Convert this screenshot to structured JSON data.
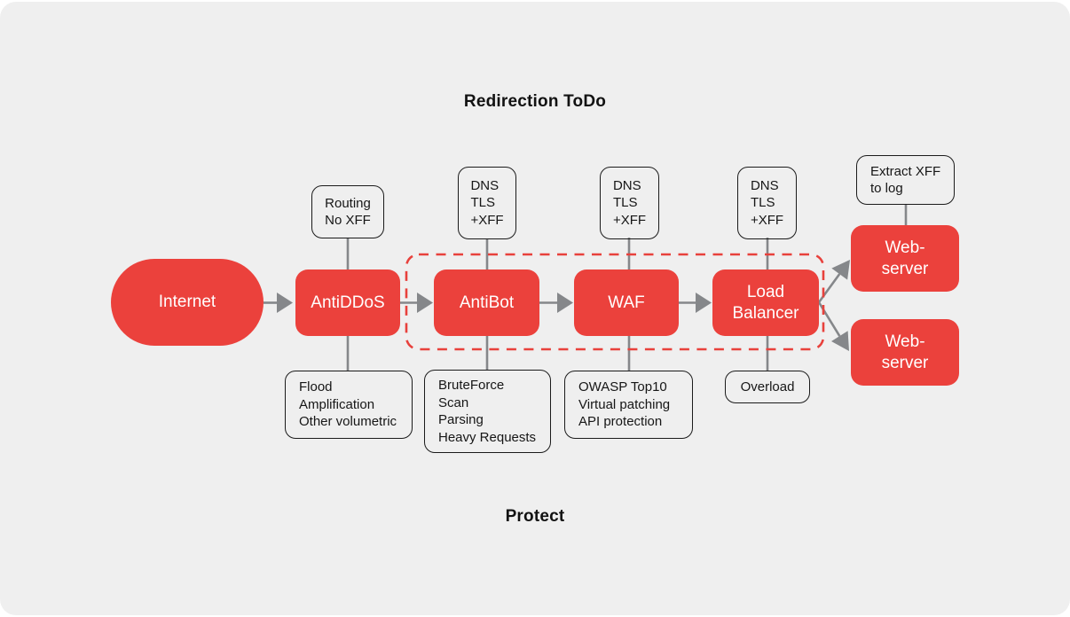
{
  "diagram": {
    "title": "Redirection ToDo",
    "footer": "Protect",
    "nodes": {
      "internet": "Internet",
      "antiddos": "AntiDDoS",
      "antibot": "AntiBot",
      "waf": "WAF",
      "load_balancer": "Load Balancer",
      "web_server_1": "Web-server",
      "web_server_2": "Web-server"
    },
    "notes": {
      "routing": {
        "lines": [
          "Routing",
          "No XFF"
        ]
      },
      "dns_antibot": {
        "lines": [
          "DNS",
          "TLS",
          "+XFF"
        ]
      },
      "dns_waf": {
        "lines": [
          "DNS",
          "TLS",
          "+XFF"
        ]
      },
      "dns_lb": {
        "lines": [
          "DNS",
          "TLS",
          "+XFF"
        ]
      },
      "extract_xff": {
        "lines": [
          "Extract XFF",
          "to log"
        ]
      },
      "flood": {
        "lines": [
          "Flood",
          "Amplification",
          "Other volumetric"
        ]
      },
      "bruteforce": {
        "lines": [
          "BruteForce",
          "Scan",
          "Parsing",
          "Heavy Requests"
        ]
      },
      "owasp": {
        "lines": [
          "OWASP Top10",
          "Virtual patching",
          "API protection"
        ]
      },
      "overload": {
        "lines": [
          "Overload"
        ]
      }
    },
    "colors": {
      "node_red": "#EB413C",
      "dashed_zone_red": "#E8413C",
      "connector_gray": "#85878A",
      "canvas_bg": "#EFEFEF",
      "note_border": "#1B1B1B",
      "node_text": "#FFFFFF",
      "heading_text": "#121212"
    }
  }
}
